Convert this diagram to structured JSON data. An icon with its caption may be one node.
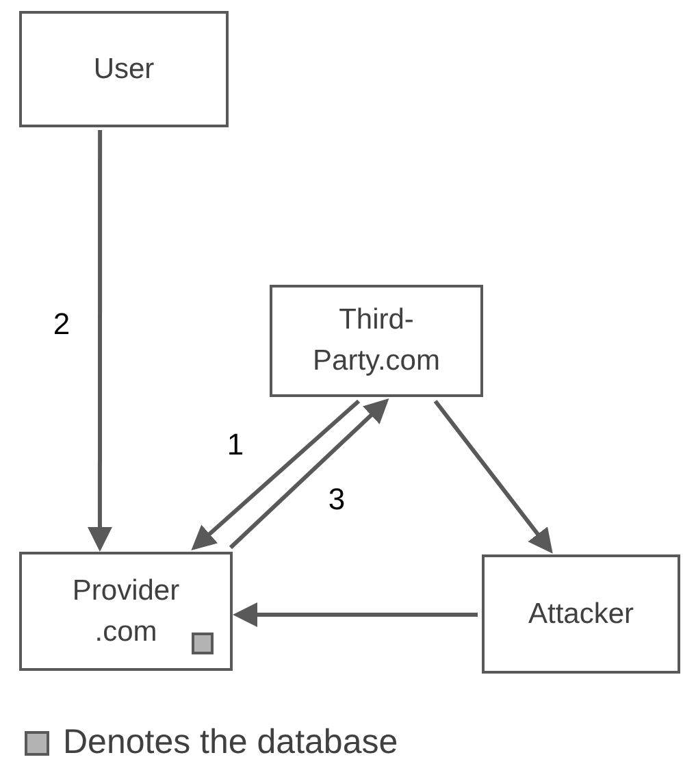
{
  "diagram": {
    "nodes": [
      {
        "text": [
          "User"
        ]
      },
      {
        "text": [
          "Third-Party.com"
        ]
      },
      {
        "text": [
          "Provider .com"
        ]
      },
      {
        "text": [
          "Attacker"
        ]
      }
    ],
    "edges": [
      {
        "from": 0,
        "to": 2,
        "arrow": "to",
        "label": "2"
      },
      {
        "from": 1,
        "to": 2,
        "arrow": "to",
        "label": "1"
      },
      {
        "from": 2,
        "to": 1,
        "arrow": "to",
        "label": "3"
      },
      {
        "from": 1,
        "to": 3,
        "arrow": "to"
      },
      {
        "from": 3,
        "to": 2,
        "arrow": "to"
      }
    ],
    "legend": [
      {
        "text": "Denotes the database",
        "color": "#b3b3b3"
      }
    ]
  }
}
